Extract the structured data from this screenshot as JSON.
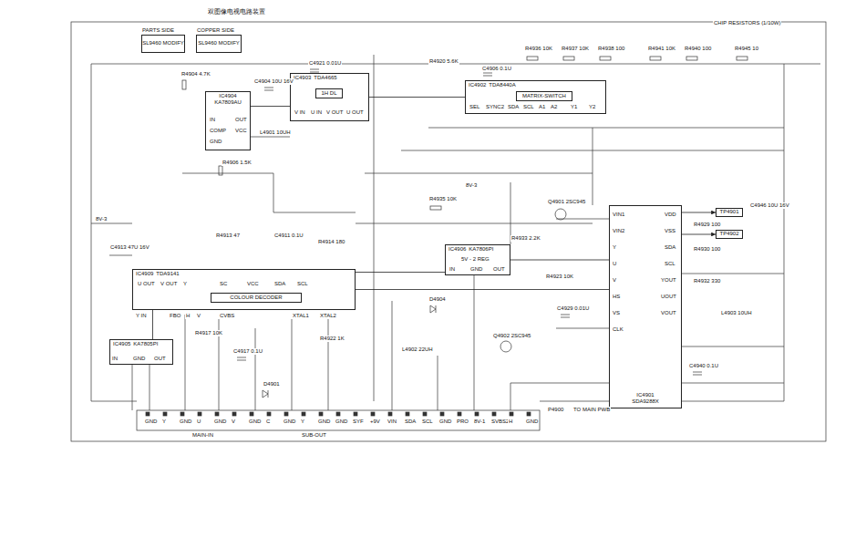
{
  "diagram": {
    "title": "双图像电视电路装置",
    "nodes": [
      {
        "text": [
          "PARTS SIDE",
          "SL9460 MODIFY"
        ]
      },
      {
        "text": [
          "COPPER SIDE",
          "SL9460 MODIFY"
        ]
      },
      {
        "text": [
          "IC4904",
          "KA7809AU"
        ]
      },
      {
        "text": [
          "IC4903",
          "TDA4665"
        ]
      },
      {
        "text": [
          "1H DL"
        ],
        "in": 3
      },
      {
        "text": [
          "IC4902",
          "TDA8440A"
        ]
      },
      {
        "text": [
          "MATRIX-SWITCH"
        ],
        "in": 5
      },
      {
        "text": [
          "IC4909",
          "TDA9141"
        ]
      },
      {
        "text": [
          "COLOUR DECODER"
        ],
        "in": 7
      },
      {
        "text": [
          "IC4905",
          "KA7805PI"
        ]
      },
      {
        "text": [
          "IC4906",
          "KA7806PI"
        ]
      },
      {
        "text": [
          "IC4901",
          "SDA9288X"
        ]
      },
      {
        "text": [
          "TP4901"
        ]
      },
      {
        "text": [
          "TP4902"
        ]
      }
    ],
    "edges": [
      {
        "from": 2,
        "to": 3,
        "arrow": "none"
      },
      {
        "from": 3,
        "to": 5,
        "arrow": "none"
      },
      {
        "from": 7,
        "to": 9,
        "arrow": "none"
      },
      {
        "from": 7,
        "to": 10,
        "arrow": "none"
      },
      {
        "from": 7,
        "to": 11,
        "arrow": "none"
      },
      {
        "from": 10,
        "to": 11,
        "arrow": "none"
      },
      {
        "from": 11,
        "to": 12,
        "arrow": "to"
      },
      {
        "from": 11,
        "to": 13,
        "arrow": "to"
      }
    ],
    "labels": [
      "CHIP RESISTORS (1/10W)",
      "8V-3",
      "8V-3",
      "IN",
      "COMP",
      "GND",
      "OUT",
      "VCC",
      "V IN",
      "U IN",
      "V OUT",
      "U OUT",
      "SEL",
      "SYNC2",
      "SDA",
      "SCL",
      "A1",
      "A2",
      "Y1",
      "Y2",
      "U OUT",
      "V OUT",
      "Y",
      "SC",
      "VCC",
      "SDA",
      "SCL",
      "Y IN",
      "FBO",
      "H",
      "V",
      "CVBS",
      "XTAL1",
      "XTAL2",
      "IN",
      "GND",
      "OUT",
      "5V - 2 REG",
      "IN",
      "GND",
      "OUT",
      "VIN1",
      "VIN2",
      "Y",
      "U",
      "V",
      "HS",
      "VS",
      "CLK",
      "VDD",
      "VSS",
      "SDA",
      "SCL",
      "YOUT",
      "UOUT",
      "VOUT",
      "R4904 4.7K",
      "C4904 10U 16V",
      "R4906 1.5K",
      "C4921 0.01U",
      "R4920 5.6K",
      "C4906 0.1U",
      "R4936 10K",
      "R4937 10K",
      "R4938 100",
      "R4941 10K",
      "R4940 100",
      "R4945 10",
      "L4901 10UH",
      "R4913 47",
      "C4911 0.1U",
      "R4914 180",
      "C4913 47U 16V",
      "R4917 10K",
      "C4917 0.1U",
      "D4901",
      "R4922 1K",
      "C4946 10U 16V",
      "R4929 100",
      "R4930 100",
      "R4932 330",
      "L4903 10UH",
      "C4940 0.1U",
      "R4923 10K",
      "C4929 0.01U",
      "Q4901 2SC945",
      "Q4902 2SC945",
      "R4935 10K",
      "R4933 2.2K",
      "D4904",
      "L4902 22UH",
      "GND",
      "Y",
      "GND",
      "U",
      "GND",
      "V",
      "GND",
      "C",
      "GND",
      "Y",
      "GND",
      "GND",
      "SYF",
      "+9V",
      "VIN",
      "SDA",
      "SCL",
      "GND",
      "PRO",
      "8V-1",
      "SVBS2",
      "H",
      "GND",
      "MAIN-IN",
      "SUB-OUT",
      "P4900",
      "TO MAIN PWB"
    ]
  }
}
